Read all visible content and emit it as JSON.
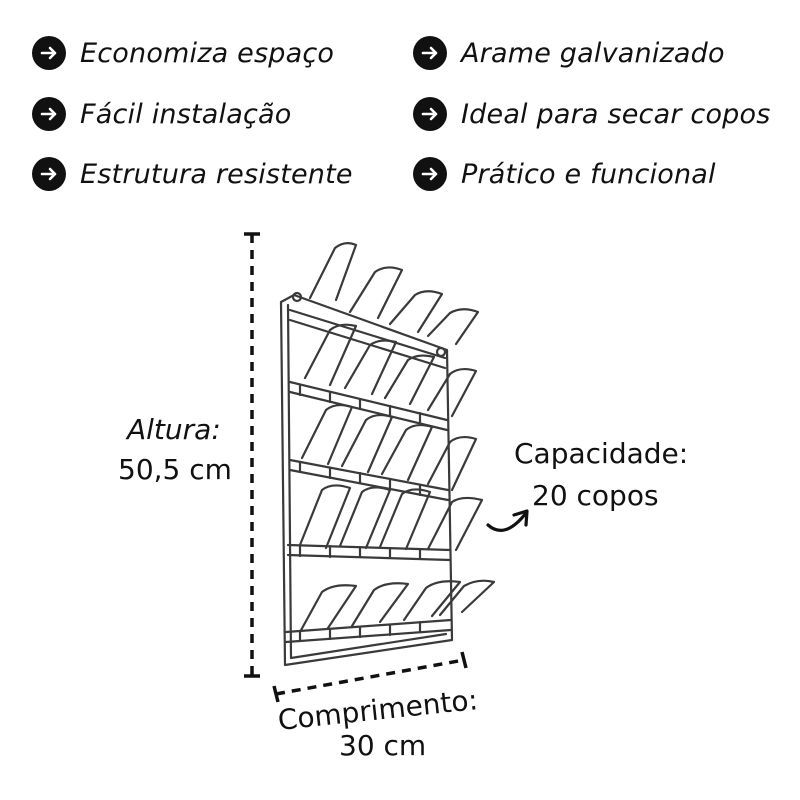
{
  "features": {
    "left": [
      {
        "label": "Economiza espaço",
        "icon": "arrow-right-icon"
      },
      {
        "label": "Fácil instalação",
        "icon": "arrow-right-icon"
      },
      {
        "label": "Estrutura resistente",
        "icon": "arrow-right-icon"
      }
    ],
    "right": [
      {
        "label": "Arame galvanizado",
        "icon": "arrow-right-icon"
      },
      {
        "label": "Ideal para secar copos",
        "icon": "arrow-right-icon"
      },
      {
        "label": "Prático e funcional",
        "icon": "arrow-right-icon"
      }
    ]
  },
  "dimensions": {
    "height_label": "Altura:",
    "height_value": "50,5 cm",
    "width_label": "Comprimento:",
    "width_value": "30 cm",
    "capacity_label": "Capacidade:",
    "capacity_value": "20 copos"
  },
  "colors": {
    "ink": "#111111",
    "wire": "#3a3a3a",
    "background": "#ffffff"
  }
}
